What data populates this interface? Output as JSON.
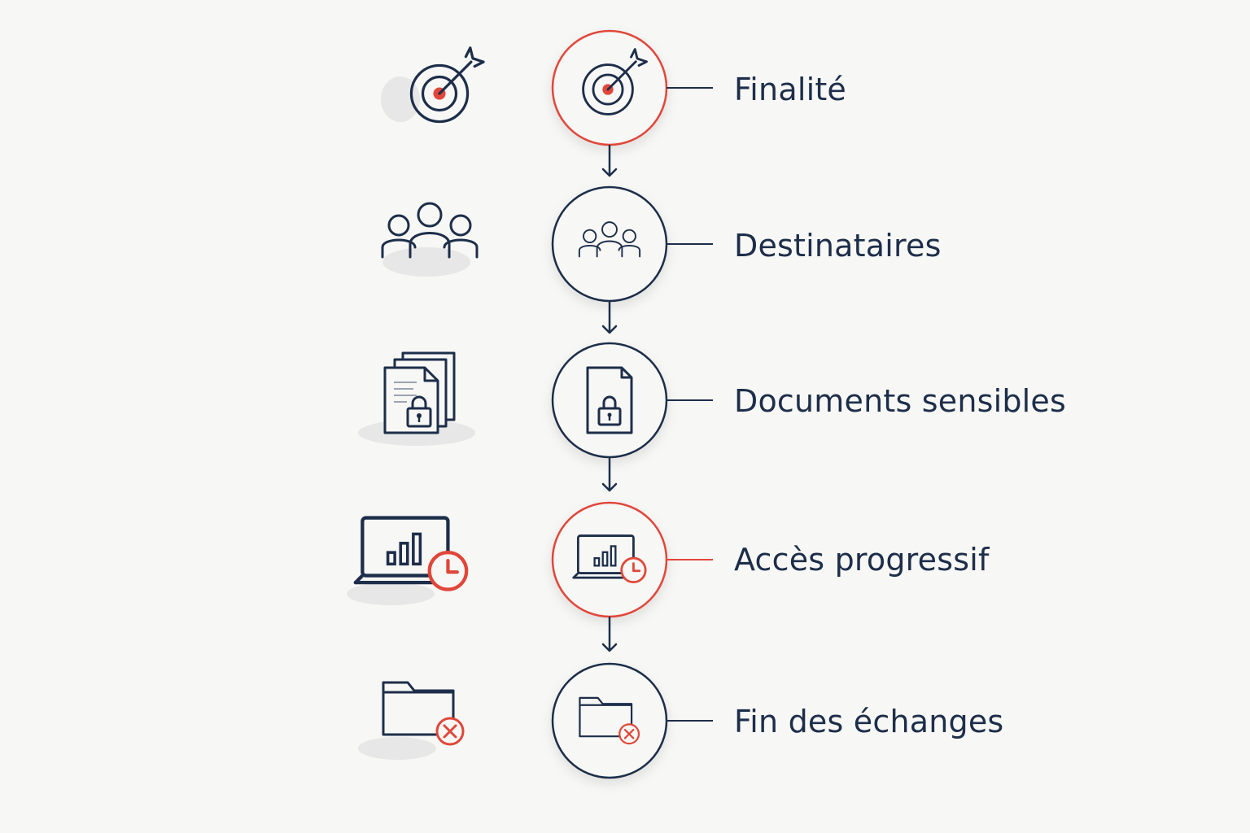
{
  "colors": {
    "background": "#f7f7f5",
    "navy": "#1d2e4a",
    "accent": "#e0473a",
    "shadow": "#e6e7e6"
  },
  "steps": [
    {
      "label": "Finalité",
      "icon": "target-icon",
      "highlight": true
    },
    {
      "label": "Destinataires",
      "icon": "group-icon",
      "highlight": false
    },
    {
      "label": "Documents sensibles",
      "icon": "locked-document-icon",
      "highlight": false
    },
    {
      "label": "Accès progressif",
      "icon": "laptop-clock-icon",
      "highlight": true
    },
    {
      "label": "Fin des échanges",
      "icon": "folder-close-icon",
      "highlight": false
    }
  ]
}
